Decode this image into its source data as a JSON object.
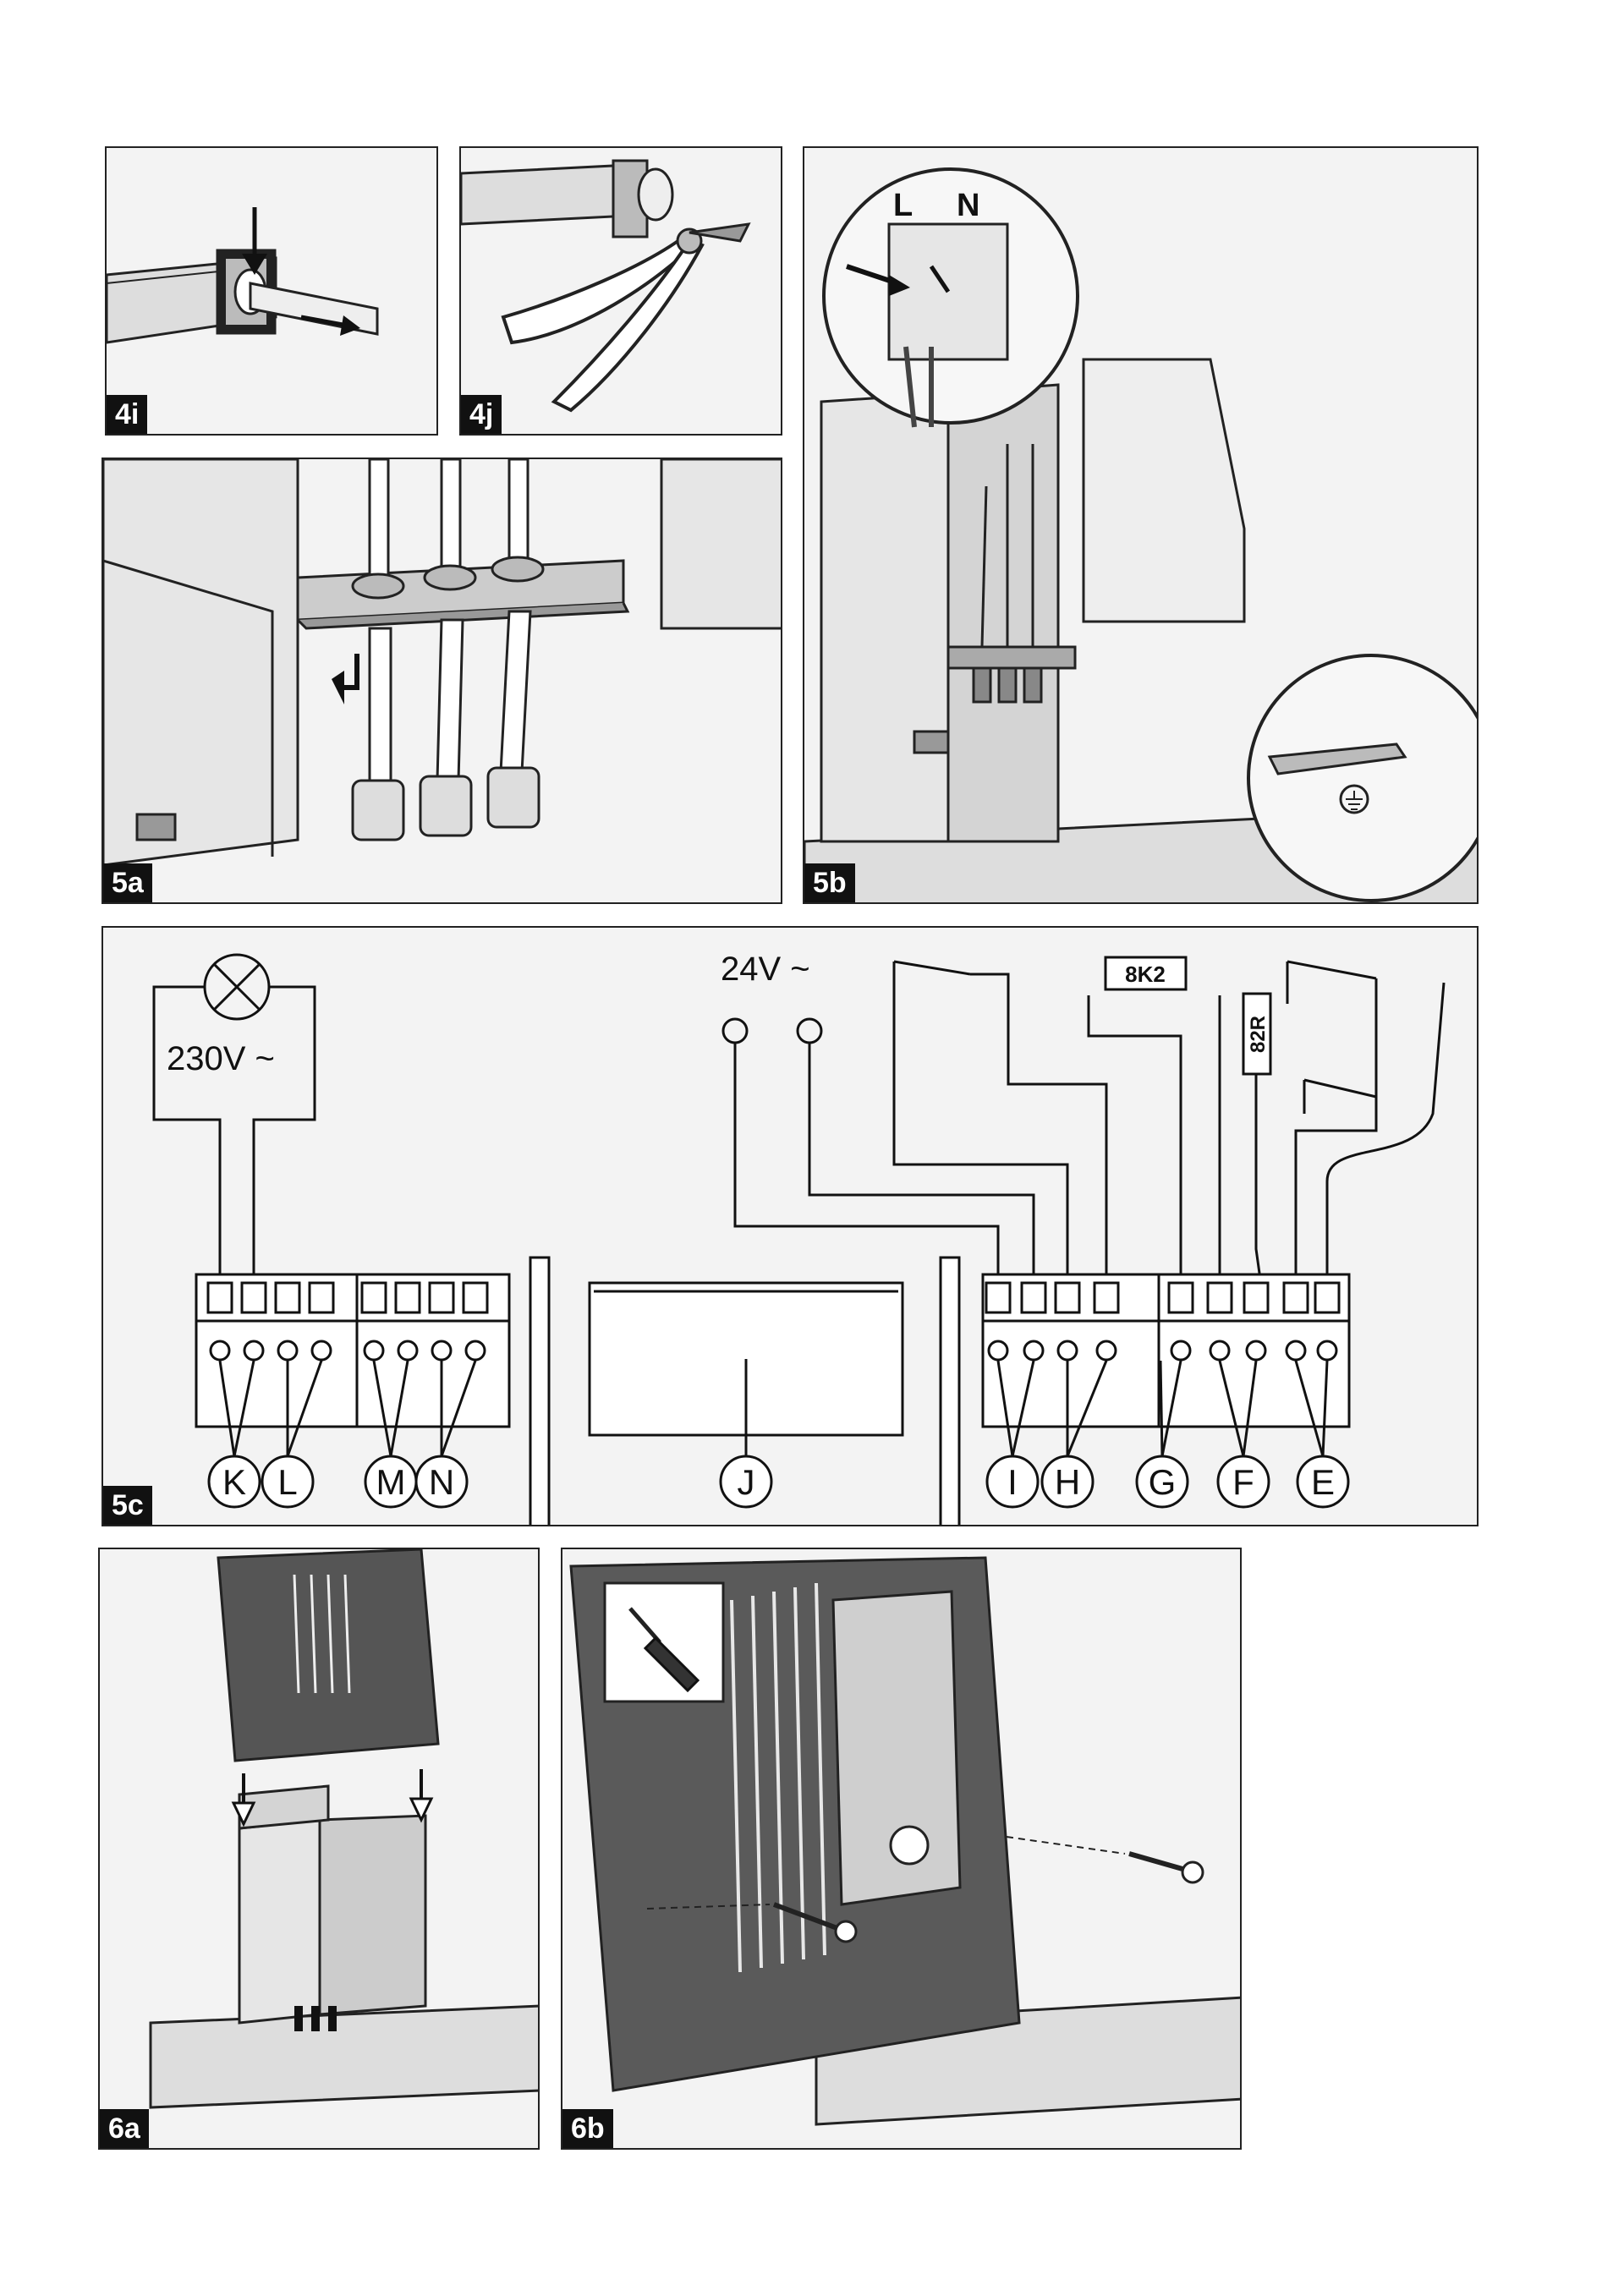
{
  "panels": {
    "p4i": {
      "label": "4i"
    },
    "p4j": {
      "label": "4j"
    },
    "p5a": {
      "label": "5a"
    },
    "p5b": {
      "label": "5b"
    },
    "p5c": {
      "label": "5c"
    },
    "p6a": {
      "label": "6a"
    },
    "p6b": {
      "label": "6b"
    }
  },
  "detail_5b": {
    "live": "L",
    "neutral": "N"
  },
  "wiring_5c": {
    "lamp_voltage": "230V ~",
    "aux_voltage": "24V ~",
    "resistor_8k2": "8K2",
    "resistor_82r": "82R",
    "terminals": [
      "K",
      "L",
      "M",
      "N",
      "J",
      "I",
      "H",
      "G",
      "F",
      "E"
    ]
  }
}
